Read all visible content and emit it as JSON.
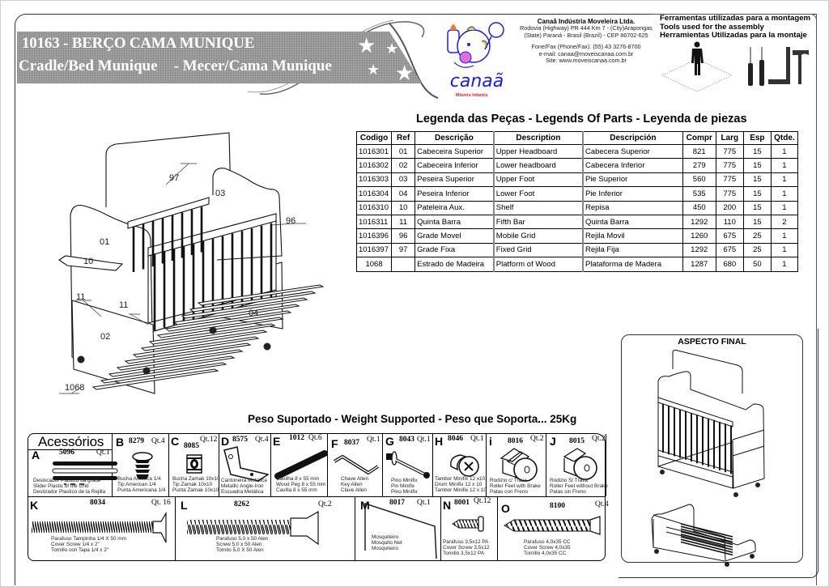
{
  "header": {
    "title_line1": "10163 - BERÇO CAMA MUNIQUE",
    "title_line2_a": "Cradle/Bed Munique",
    "title_line2_b": "- Mecer/Cama Munique"
  },
  "company": {
    "logo_text": "canaã",
    "logo_tagline": "Móveis Infantis",
    "name": "Canaã Indústria Moveleira Ltda.",
    "address1": "Rodovia (Highway) PR 444 Km 7 - (City)Arapongas",
    "address2": "(State) Paraná - Brasil (Brazil)  -  CEP 86702-625",
    "phone": "Fone/Fax (Phone/Fax). (55) 43 3276-8700",
    "email": "e-mail: canaa@moveiscanaa.com.br",
    "site": "Site: www.moveiscanaa.com.br"
  },
  "tools": {
    "title_pt": "Ferramentas utilizadas para a montagem",
    "title_en": "Tools used for the assembly",
    "title_es": "Herramientas Utilizadas para la montaje",
    "icons": [
      "person-icon",
      "screwdriver-flat-icon",
      "screwdriver-phillips-icon",
      "square-ruler-icon",
      "hammer-icon"
    ]
  },
  "legend": {
    "title": "Legenda das Peças - Legends Of Parts - Leyenda de piezas",
    "columns": [
      "Codigo",
      "Ref",
      "Descrição",
      "Description",
      "Descripción",
      "Compr",
      "Larg",
      "Esp",
      "Qtde."
    ],
    "rows": [
      [
        "1016301",
        "01",
        "Cabeceira Superior",
        "Upper Headboard",
        "Cabecera Superior",
        "821",
        "775",
        "15",
        "1"
      ],
      [
        "1016302",
        "02",
        "Cabeceira Inferior",
        "Lower headboard",
        "Cabecera Inferior",
        "279",
        "775",
        "15",
        "1"
      ],
      [
        "1016303",
        "03",
        "Peseira Superior",
        "Upper Foot",
        "Pie Superior",
        "560",
        "775",
        "15",
        "1"
      ],
      [
        "1016304",
        "04",
        "Peseira Inferior",
        "Lower Foot",
        "Pie  Inferior",
        "535",
        "775",
        "15",
        "1"
      ],
      [
        "1016310",
        "10",
        "Pateleira  Aux.",
        "Shelf",
        "Repisa",
        "450",
        "200",
        "15",
        "1"
      ],
      [
        "1016311",
        "11",
        "Quinta Barra",
        "Fifth  Bar",
        "Quinta  Barra",
        "1292",
        "110",
        "15",
        "2"
      ],
      [
        "1016396",
        "96",
        "Grade Movel",
        "Mobile Grid",
        "Rejila  Movil",
        "1260",
        "675",
        "25",
        "1"
      ],
      [
        "1016397",
        "97",
        "Grade Fixa",
        "Fixed Grid",
        "Rejila Fija",
        "1292",
        "675",
        "25",
        "1"
      ],
      [
        "1068",
        "",
        "Estrado  de Madeira",
        "Platform of Wood",
        "Plataforma de Madera",
        "1287",
        "680",
        "50",
        "1"
      ]
    ]
  },
  "drawing_labels": [
    "97",
    "03",
    "96",
    "01",
    "10",
    "11",
    "11",
    "04",
    "02",
    "1068"
  ],
  "final": {
    "title": "ASPECTO FINAL"
  },
  "weight": {
    "text": "Peso Suportado - Weight Supported - Peso que Soporta... 25Kg"
  },
  "accessories": {
    "title": "Acessórios",
    "row1": [
      {
        "letter": "A",
        "code": "5096",
        "qty": "Qt.1",
        "icon": "slider-icon",
        "desc": [
          "Deslocador Plastico da grade",
          "Slider Plastic of the Grid",
          "Deslizador Plastico de la Rejilla"
        ]
      },
      {
        "letter": "B",
        "code": "8279",
        "qty": "Qt.4",
        "icon": "bushing-icon",
        "desc": [
          "Bucha America 1/4",
          "Tip American 1/4",
          "Punta Americana 1/4"
        ]
      },
      {
        "letter": "C",
        "code": "8085",
        "qty": "Qt.12",
        "icon": "zamak-bushing-icon",
        "desc": [
          "Bucha Zamak 10x10",
          "Tip Zamak 10x10",
          "Punta Zamak 10x10"
        ]
      },
      {
        "letter": "D",
        "code": "8575",
        "qty": "Qt.4",
        "icon": "angle-iron-icon",
        "desc": [
          "Cantoneira Metálica",
          "Metallic Angle-Iron",
          "Escuadra Metálica"
        ]
      },
      {
        "letter": "E",
        "code": "1012",
        "qty": "Qt.6",
        "icon": "wood-peg-icon",
        "desc": [
          "Cavilha 8 x 55 mm",
          "Wood Peg 8 x 55 mm",
          "Cavilla 8 x 55 mm"
        ]
      },
      {
        "letter": "F",
        "code": "8037",
        "qty": "Qt.1",
        "icon": "allen-key-icon",
        "desc": [
          "Chave Allen",
          "Key Allen",
          "Clave Allen"
        ]
      },
      {
        "letter": "G",
        "code": "8043",
        "qty": "Qt.1",
        "icon": "minifix-pin-icon",
        "desc": [
          "Pino Minifix",
          "Pin Minifix",
          "Pino Minifix"
        ]
      },
      {
        "letter": "H",
        "code": "8046",
        "qty": "Qt.1",
        "icon": "minifix-drum-icon",
        "desc": [
          "Tambor Minifix 12 x10",
          "Drum Minifix 12 x 10",
          "Tambor Minifix 12 x 10"
        ]
      },
      {
        "letter": "i",
        "code": "8016",
        "qty": "Qt.2",
        "icon": "caster-brake-icon",
        "desc": [
          "Rodizio c/ Trava",
          "Roller Feet with Brake",
          "Patas con Freno"
        ]
      },
      {
        "letter": "J",
        "code": "8015",
        "qty": "Qt.2",
        "icon": "caster-icon",
        "desc": [
          "Rodizio S/ Trava",
          "Roller Feet without Brake",
          "Patas sin Freno"
        ]
      }
    ],
    "row2": [
      {
        "letter": "K",
        "code": "8034",
        "qty": "Qt. 16",
        "icon": "cover-screw-icon",
        "desc": [
          "Parafuso Tampinha 1/4 X 50 mm",
          "Cover Screw 1/4 x 2\"",
          "Tornillo con Tapa 1/4 x 2\""
        ]
      },
      {
        "letter": "L",
        "code": "8262",
        "qty": "Qt.2",
        "icon": "allen-screw-icon",
        "desc": [
          "Parafuso 5,0 x 50 Alen",
          "Screw 5,0 x 50 Alen",
          "Tornilo 5,0 X 50 Alen"
        ]
      },
      {
        "letter": "M",
        "code": "8017",
        "qty": "Qt.1",
        "icon": "mosquito-net-rod-icon",
        "desc": [
          "Mosquiteiro",
          "Mosquito Net",
          "Mosquiteiro"
        ]
      },
      {
        "letter": "N",
        "code": "8001",
        "qty": "Qt.12",
        "icon": "short-screw-icon",
        "desc": [
          "Parafuso 3,5x12 PA",
          "Cover Screw 3,5x12",
          "Tornillo 3,5x12 PA"
        ]
      },
      {
        "letter": "O",
        "code": "8100",
        "qty": "Qt.4",
        "icon": "wood-screw-icon",
        "desc": [
          "Parafuso 4,0x35 CC",
          "Cover Screw 4,0x35",
          "Tornillo 4,0x35 CC"
        ]
      }
    ]
  },
  "colors": {
    "banner": "#8c8c8c",
    "logo_blue": "#1a1aff",
    "logo_red": "#e0201c",
    "baby_yellow": "#f2e200",
    "bottle_orange": "#f07a1a",
    "pacifier_pink": "#e070d8"
  }
}
